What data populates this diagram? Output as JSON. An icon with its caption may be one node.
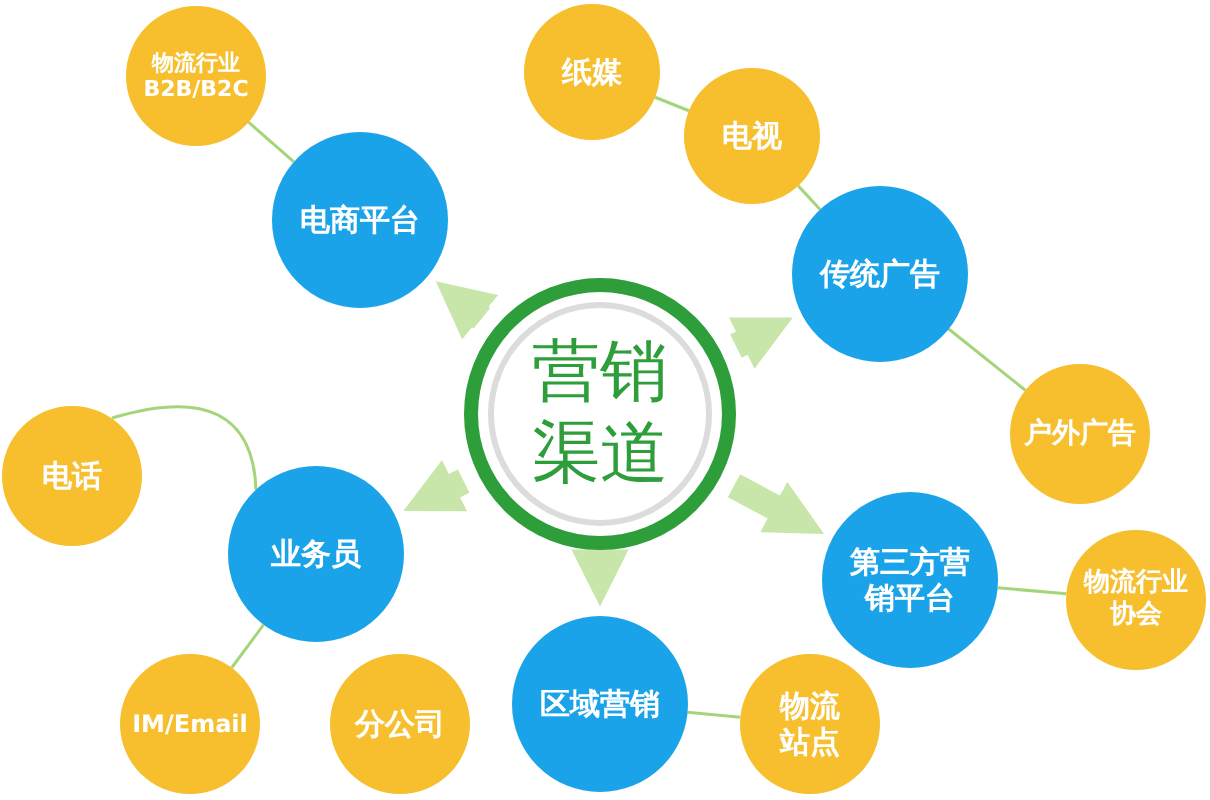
{
  "diagram": {
    "nodes": [
      {
        "text": [
          "营销渠道"
        ]
      },
      {
        "text": [
          "电商平台"
        ]
      },
      {
        "text": [
          "物流行业 B2B/B2C"
        ]
      },
      {
        "text": [
          "传统广告"
        ]
      },
      {
        "text": [
          "纸媒"
        ]
      },
      {
        "text": [
          "电视"
        ]
      },
      {
        "text": [
          "户外广告"
        ]
      },
      {
        "text": [
          "业务员"
        ]
      },
      {
        "text": [
          "电话"
        ]
      },
      {
        "text": [
          "IM/Email"
        ]
      },
      {
        "text": [
          "第三方营销平台"
        ]
      },
      {
        "text": [
          "物流行业协会"
        ]
      },
      {
        "text": [
          "区域营销"
        ]
      },
      {
        "text": [
          "分公司"
        ]
      },
      {
        "text": [
          "物流站点"
        ]
      }
    ],
    "edges": [
      {
        "from": 0,
        "to": 1,
        "arrow": "to",
        "style": "thick",
        "color": "#c8e6aa"
      },
      {
        "from": 0,
        "to": 3,
        "arrow": "to",
        "style": "thick",
        "color": "#c8e6aa"
      },
      {
        "from": 0,
        "to": 7,
        "arrow": "to",
        "style": "thick",
        "color": "#c8e6aa"
      },
      {
        "from": 0,
        "to": 10,
        "arrow": "to",
        "style": "thick",
        "color": "#c8e6aa"
      },
      {
        "from": 0,
        "to": 12,
        "arrow": "to",
        "style": "thick",
        "color": "#c8e6aa"
      },
      {
        "from": 2,
        "to": 1,
        "arrow": "none"
      },
      {
        "from": 4,
        "to": 5,
        "arrow": "none"
      },
      {
        "from": 5,
        "to": 3,
        "arrow": "none"
      },
      {
        "from": 3,
        "to": 6,
        "arrow": "none"
      },
      {
        "from": 8,
        "to": 7,
        "arrow": "none"
      },
      {
        "from": 7,
        "to": 9,
        "arrow": "none"
      },
      {
        "from": 10,
        "to": 11,
        "arrow": "none"
      },
      {
        "from": 12,
        "to": 14,
        "arrow": "none"
      }
    ]
  }
}
